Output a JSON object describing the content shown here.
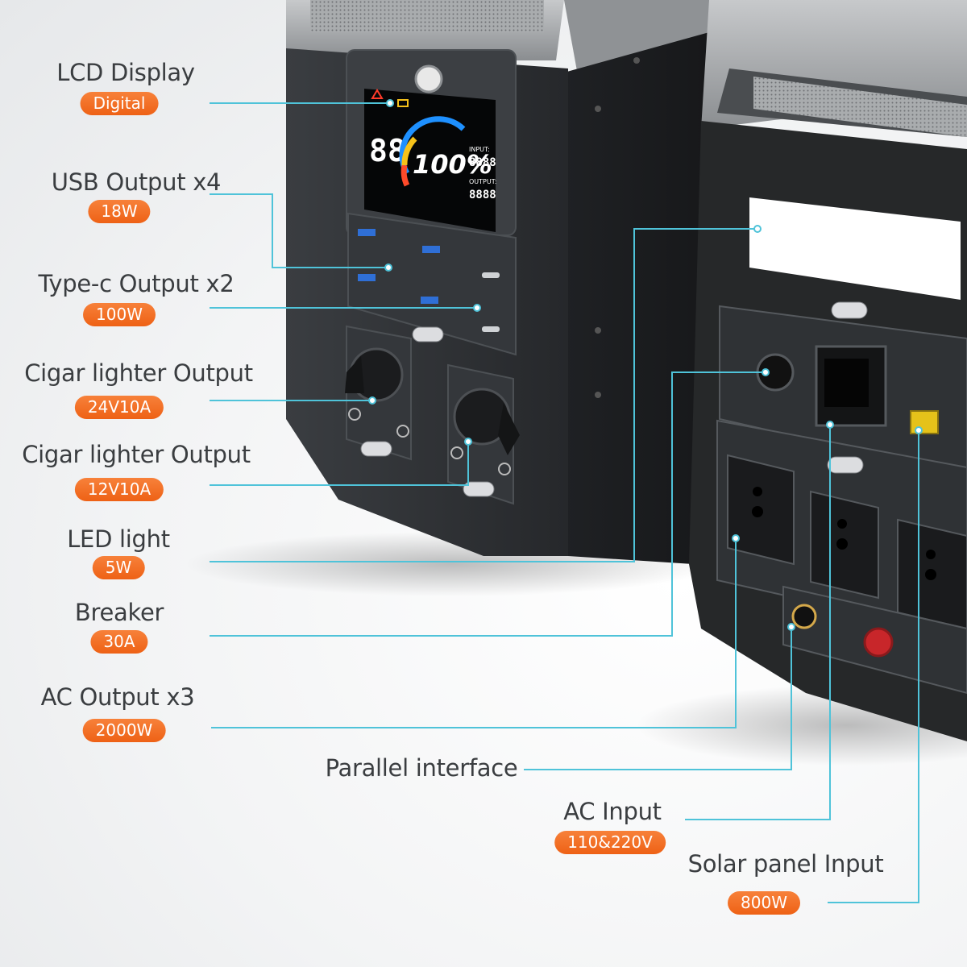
{
  "callouts": [
    {
      "label": "LCD Display",
      "spec": "Digital"
    },
    {
      "label": "USB Output x4",
      "spec": "18W"
    },
    {
      "label": "Type-c Output x2",
      "spec": "100W"
    },
    {
      "label": "Cigar lighter Output",
      "spec": "24V10A"
    },
    {
      "label": "Cigar lighter Output",
      "spec": "12V10A"
    },
    {
      "label": "LED light",
      "spec": "5W"
    },
    {
      "label": "Breaker",
      "spec": "30A"
    },
    {
      "label": "AC Output x3",
      "spec": "2000W"
    },
    {
      "label": "Parallel interface",
      "spec": ""
    },
    {
      "label": "AC Input",
      "spec": "110&220V"
    },
    {
      "label": "Solar panel Input",
      "spec": "800W"
    }
  ],
  "colors": {
    "badge": "#F26B1D",
    "leader_line": "#4FC3D9",
    "device_body": "#2B2D30",
    "lcd_accent": "#1E90FF"
  },
  "lcd": {
    "battery_percent": "100%",
    "left_digits": "88",
    "input_label": "INPUT:",
    "output_label": "OUTPUT:",
    "input_digits": "8888",
    "output_digits": "8888"
  }
}
